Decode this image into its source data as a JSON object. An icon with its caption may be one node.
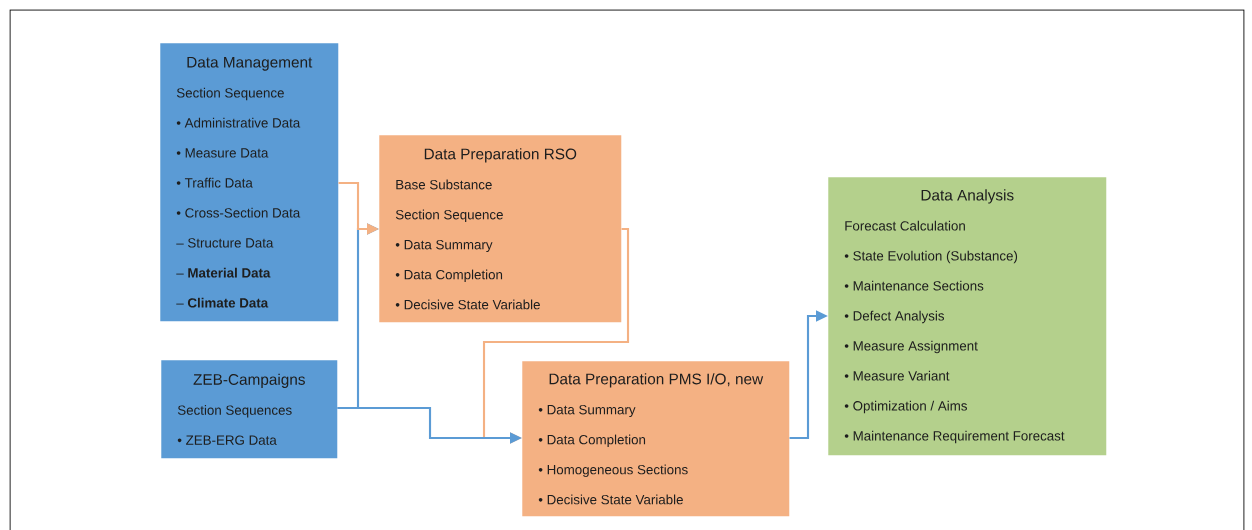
{
  "diagram": {
    "nodes": [
      {
        "text": [
          "Data Management",
          "Section Sequence",
          "• Administrative Data",
          "• Measure Data",
          "• Traffic Data",
          "• Cross-Section Data",
          "– Structure Data",
          "– **Material Data**",
          "– **Climate Data**"
        ]
      },
      {
        "text": [
          "Data Preparation RSO",
          "Base Substance",
          "Section Sequence",
          "• Data Summary",
          "• Data Completion",
          "• Decisive State Variable"
        ]
      },
      {
        "text": [
          "ZEB-Campaigns",
          "Section Sequences",
          "• ZEB-ERG Data"
        ]
      },
      {
        "text": [
          "Data Preparation PMS I/O, new",
          "• Data Summary",
          "• Data Completion",
          "• Homogeneous Sections",
          "• Decisive State Variable"
        ]
      },
      {
        "text": [
          "Data Analysis",
          "Forecast Calculation",
          "• State Evolution (Substance)",
          "• Maintenance Sections",
          "• Defect Analysis",
          "• Measure Assignment",
          "• Measure Variant",
          "• Optimization / Aims",
          "• Maintenance Requirement Forecast"
        ]
      }
    ],
    "edges": [
      {
        "from": 2,
        "to": 1,
        "arrow": "to"
      },
      {
        "from": 0,
        "to": 1,
        "arrow": "to",
        "color": "#f4b183"
      },
      {
        "from": 1,
        "to": 3,
        "arrow": "to",
        "color": "#f4b183"
      },
      {
        "from": 2,
        "to": 3,
        "arrow": "to"
      },
      {
        "from": 3,
        "to": 4,
        "arrow": "to"
      }
    ]
  }
}
